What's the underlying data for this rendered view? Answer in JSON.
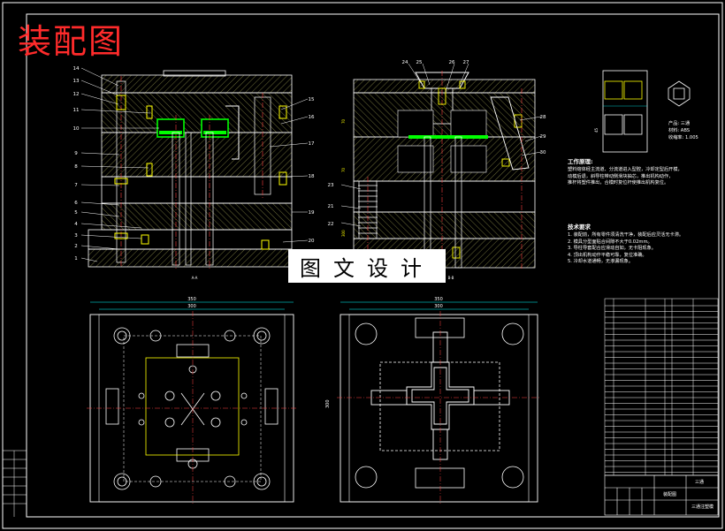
{
  "sheet": {
    "title": "装配图",
    "watermark": "图文设计",
    "colors": {
      "background": "#000000",
      "frame": "#ffffff",
      "part_yellow": "#ffff00",
      "part_green": "#00ff00",
      "hatch": "#c8c860",
      "centerline": "#ff4040",
      "dim": "#00ffff",
      "title_red": "#ff2b2b"
    }
  },
  "callouts_left": [
    "14",
    "13",
    "12",
    "11",
    "10",
    "9",
    "8",
    "7",
    "6",
    "5",
    "4",
    "3",
    "2",
    "1"
  ],
  "callouts_mid": [
    "15",
    "16",
    "17",
    "18",
    "19",
    "20"
  ],
  "callouts_right_top": [
    "24",
    "25",
    "26",
    "27"
  ],
  "callouts_right_side": [
    "28",
    "29",
    "30"
  ],
  "callouts_right_left": [
    "23",
    "22",
    "21"
  ],
  "section_labels": {
    "a": "A-A",
    "b": "B-B"
  },
  "dims": {
    "plan_left_w1": "350",
    "plan_left_w2": "300",
    "plan_right_w1": "350",
    "plan_right_w2": "300",
    "plan_h": "300"
  },
  "product": {
    "name": "产品: 三通",
    "material": "材料: ABS",
    "shrink": "收缩率: 1.005"
  },
  "work_principle": {
    "heading": "工作原理:",
    "lines": [
      "塑料熔体经主流道、分流道进入型腔，冷却定型后开模，",
      "动模后退，斜导柱带动侧滑块抽芯，推出机构动作，",
      "推杆将塑件推出，合模时复位杆使推出机构复位。"
    ]
  },
  "tech_req": {
    "heading": "技术要求",
    "lines": [
      "1. 装配前，所有零件须清洗干净，装配后应灵活无卡滞。",
      "2. 模具分型面贴合间隙不大于0.02mm。",
      "3. 导柱导套配合应滑动自如，无卡阻现象。",
      "4. 顶出机构动作平稳可靠，复位准确。",
      "5. 冷却水道通畅，无渗漏现象。"
    ]
  },
  "title_block": {
    "drawing_name": "装配图",
    "product_tag": "三通",
    "company_label": "三通注塑模"
  }
}
